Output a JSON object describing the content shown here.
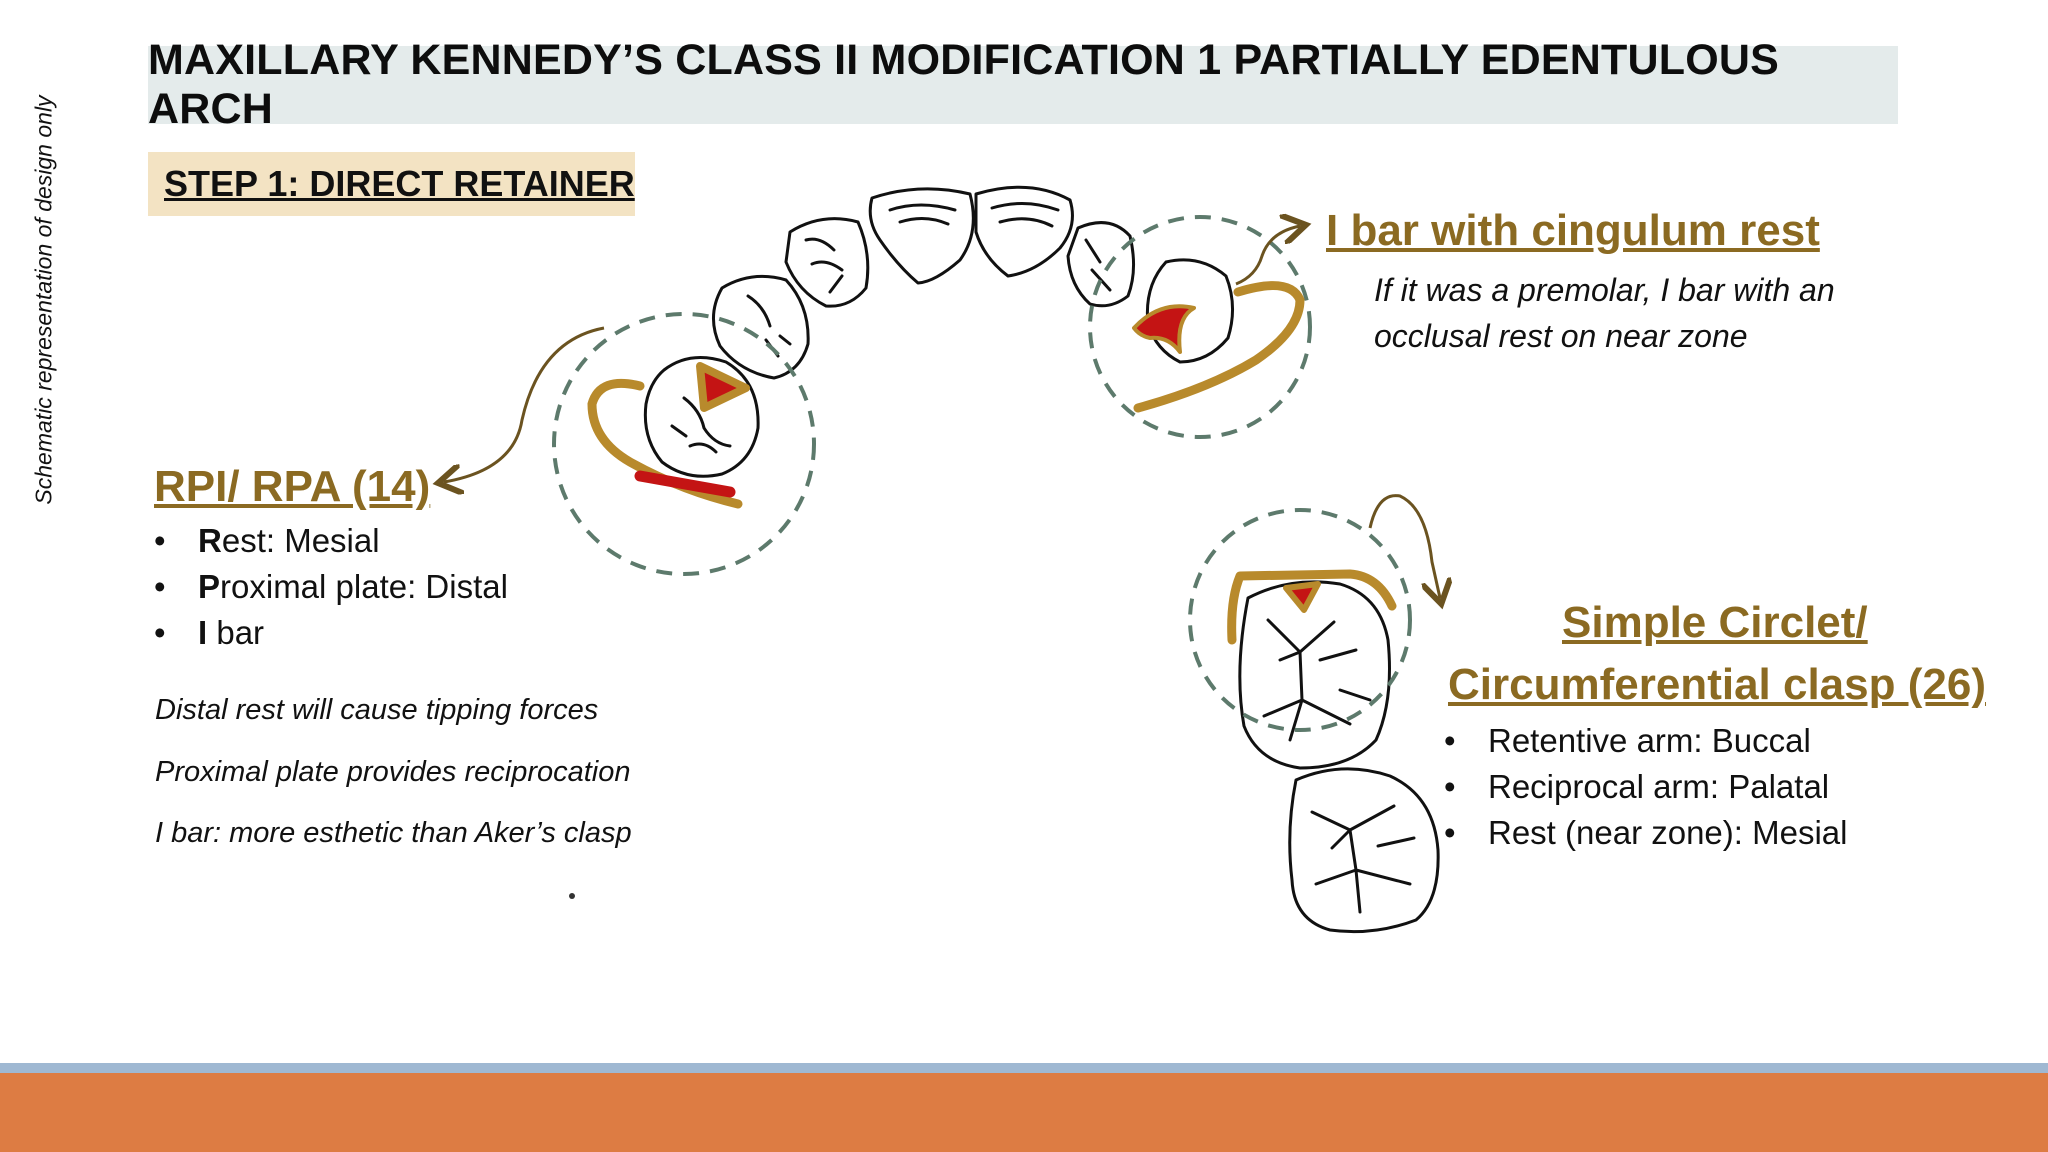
{
  "side_note": "Schematic representation of design only",
  "title": "MAXILLARY KENNEDY’S CLASS II MODIFICATION 1 PARTIALLY EDENTULOUS ARCH",
  "step_label": "STEP 1: DIRECT RETAINER",
  "rpi": {
    "heading": "RPI/ RPA (14)",
    "items": [
      {
        "bold": "R",
        "rest": "est: Mesial"
      },
      {
        "bold": "P",
        "rest": "roximal plate: Distal"
      },
      {
        "bold": "I",
        "rest": " bar"
      }
    ],
    "notes": [
      "Distal rest will cause tipping forces",
      "Proximal plate provides reciprocation",
      "I bar: more esthetic than Aker’s clasp"
    ]
  },
  "ibar": {
    "heading": "I bar with cingulum rest",
    "note_line1": "If it was a premolar, I bar with an",
    "note_line2": "occlusal rest on near zone"
  },
  "circlet": {
    "heading_line1": "Simple Circlet/",
    "heading_line2": "Circumferential clasp (26)",
    "items": [
      "Retentive arm: Buccal",
      "Reciprocal arm: Palatal",
      "Rest (near zone): Mesial"
    ]
  },
  "colors": {
    "heading_gold": "#8b6a22",
    "clasp_gold": "#b88a2c",
    "rest_red": "#c41414",
    "circle_green": "#5d7a6c",
    "footer_orange": "#dd7c43",
    "footer_blue": "#9fb8d2"
  }
}
